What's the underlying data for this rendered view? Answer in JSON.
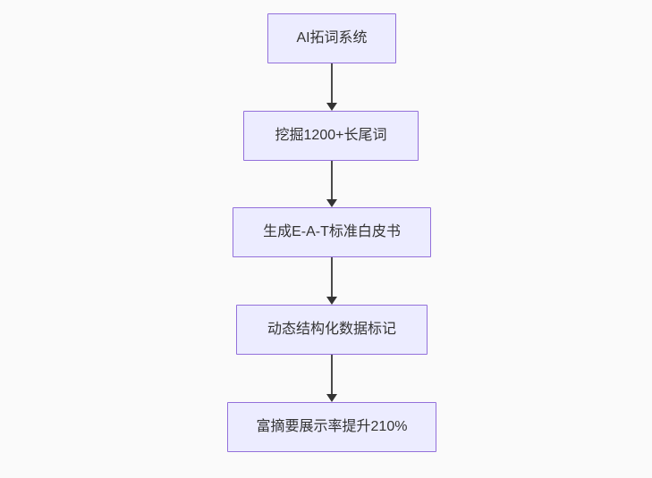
{
  "diagram": {
    "type": "flowchart",
    "direction": "top-down",
    "nodes": [
      {
        "id": "A",
        "label": "AI拓词系统"
      },
      {
        "id": "B",
        "label": "挖掘1200+长尾词"
      },
      {
        "id": "C",
        "label": "生成E-A-T标准白皮书"
      },
      {
        "id": "D",
        "label": "动态结构化数据标记"
      },
      {
        "id": "E",
        "label": "富摘要展示率提升210%"
      }
    ],
    "edges": [
      {
        "from": "A",
        "to": "B",
        "style": "arrow"
      },
      {
        "from": "B",
        "to": "C",
        "style": "arrow"
      },
      {
        "from": "C",
        "to": "D",
        "style": "arrow"
      },
      {
        "from": "D",
        "to": "E",
        "style": "arrow"
      }
    ],
    "colors": {
      "background": "#fafafa",
      "node_fill": "#ECECFF",
      "node_border": "#9370DB",
      "node_text": "#333333",
      "arrow": "#333333"
    }
  }
}
